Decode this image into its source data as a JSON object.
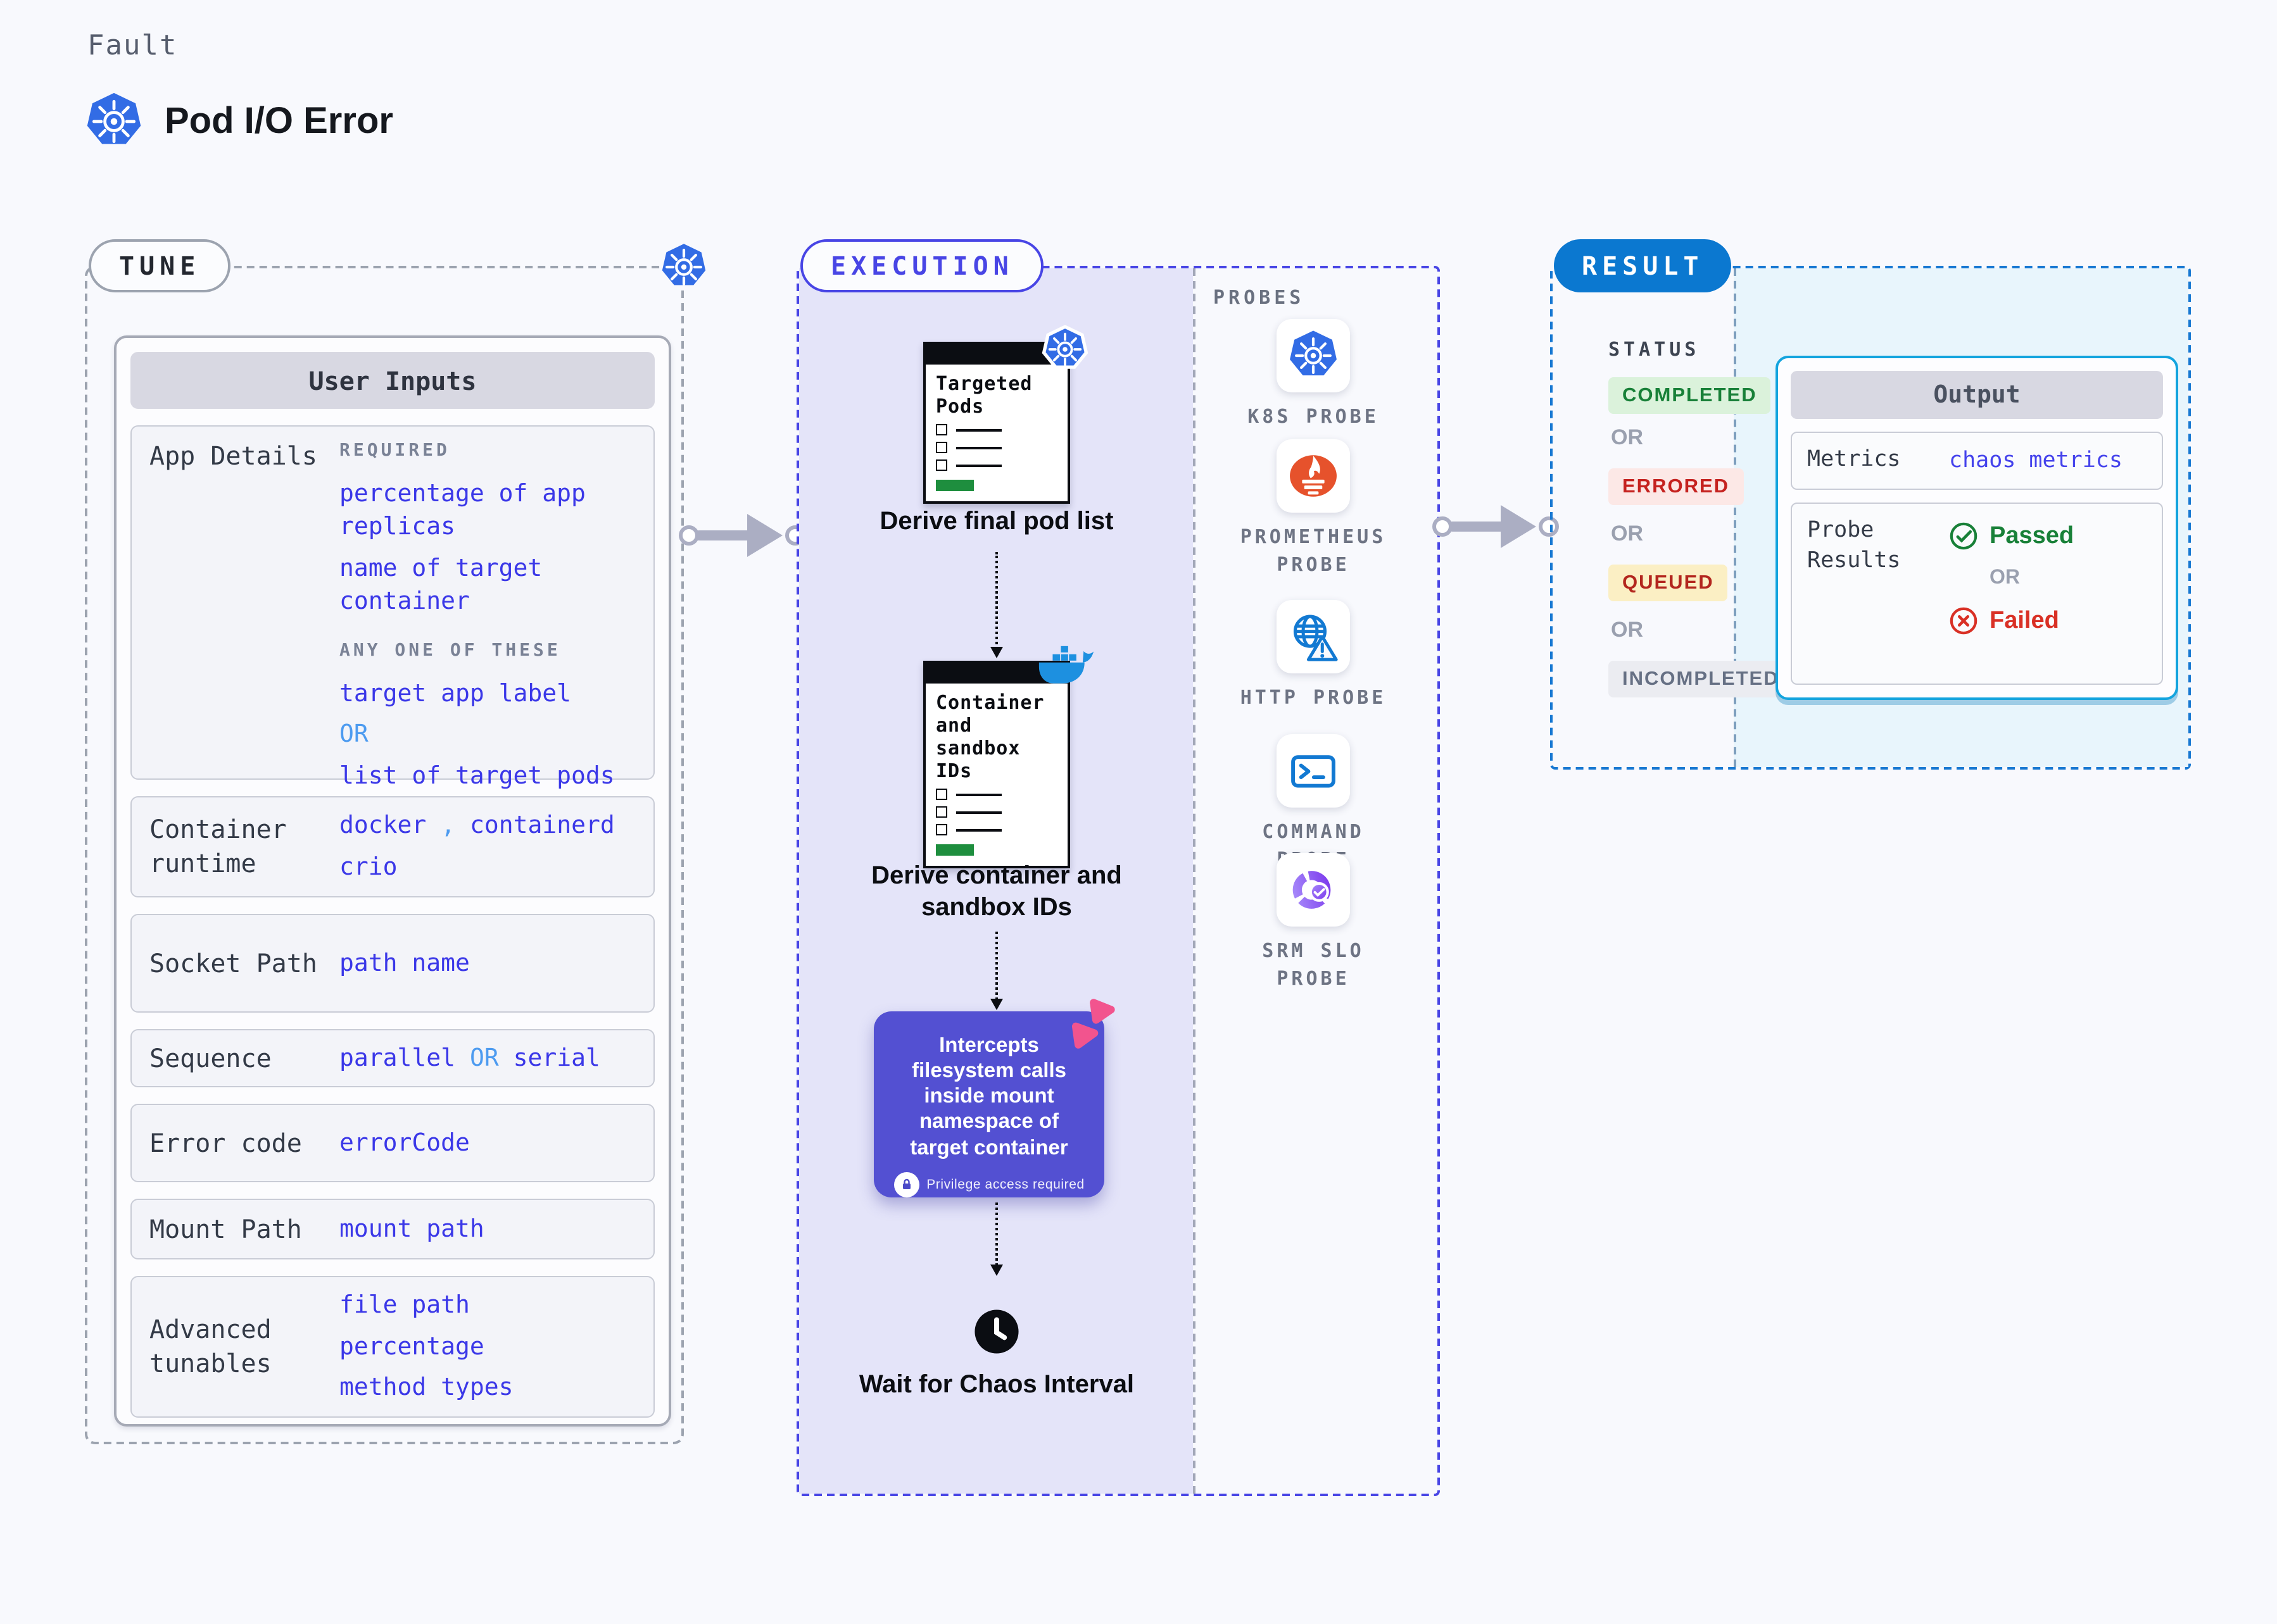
{
  "header": {
    "eyebrow": "Fault",
    "title": "Pod I/O Error"
  },
  "colors": {
    "accent_indigo": "#4845E5",
    "result_blue": "#0B78D0",
    "value_blue": "#3B38E8",
    "or_light_blue": "#4D9BF0",
    "execution_lavender": "#E4E4F9",
    "purple_box": "#5350D2",
    "output_border_cyan": "#14A4DE",
    "passed_green": "#188038",
    "failed_red": "#D93025",
    "queued_text_red": "#B3261E",
    "k8s_blue": "#326CE5",
    "docker_blue": "#1D90E0",
    "prometheus_orange": "#E6522C",
    "srm_purple": "#7C3AED",
    "pink_badge": "#F2548E",
    "green_bar": "#1E8E3E"
  },
  "tune": {
    "tag": "TUNE",
    "card_title": "User Inputs",
    "app_details": {
      "label": "App Details",
      "required_heading": "REQUIRED",
      "required_items": [
        "percentage of app replicas",
        "name of target container"
      ],
      "any_heading": "ANY ONE OF THESE",
      "any_item1": "target app label",
      "any_or": "OR",
      "any_item2": "list of target pods"
    },
    "container_runtime": {
      "label": "Container runtime",
      "v1": "docker",
      "sep": ",",
      "v2": "containerd",
      "v3": "crio"
    },
    "socket_path": {
      "label": "Socket Path",
      "value": "path name"
    },
    "sequence": {
      "label": "Sequence",
      "v1": "parallel",
      "or": "OR",
      "v2": "serial"
    },
    "error_code": {
      "label": "Error code",
      "value": "errorCode"
    },
    "mount_path": {
      "label": "Mount Path",
      "value": "mount path"
    },
    "advanced": {
      "label": "Advanced tunables",
      "items": [
        "file path",
        "percentage",
        "method types"
      ]
    }
  },
  "execution": {
    "tag": "EXECUTION",
    "doc1_title": "Targeted Pods",
    "doc1_caption": "Derive final pod list",
    "doc2_title": "Container and sandbox IDs",
    "doc2_caption": "Derive container and sandbox IDs",
    "intercept_text": "Intercepts filesystem calls inside mount namespace of target container",
    "privilege_note": "Privilege access required",
    "wait_caption": "Wait for Chaos Interval"
  },
  "probes": {
    "heading": "PROBES",
    "items": [
      {
        "label": "K8S PROBE",
        "icon": "kubernetes-icon"
      },
      {
        "label": "PROMETHEUS PROBE",
        "icon": "prometheus-icon"
      },
      {
        "label": "HTTP PROBE",
        "icon": "http-globe-warning-icon"
      },
      {
        "label": "COMMAND PROBE",
        "icon": "terminal-icon"
      },
      {
        "label": "SRM SLO PROBE",
        "icon": "slo-donut-check-icon"
      }
    ]
  },
  "result": {
    "tag": "RESULT",
    "status_heading": "STATUS",
    "or_label": "OR",
    "statuses": {
      "completed": "COMPLETED",
      "errored": "ERRORED",
      "queued": "QUEUED",
      "incompleted": "INCOMPLETED"
    },
    "output": {
      "title": "Output",
      "metrics_label": "Metrics",
      "metrics_value": "chaos metrics",
      "probe_results_label": "Probe Results",
      "passed_label": "Passed",
      "or_label": "OR",
      "failed_label": "Failed"
    }
  }
}
